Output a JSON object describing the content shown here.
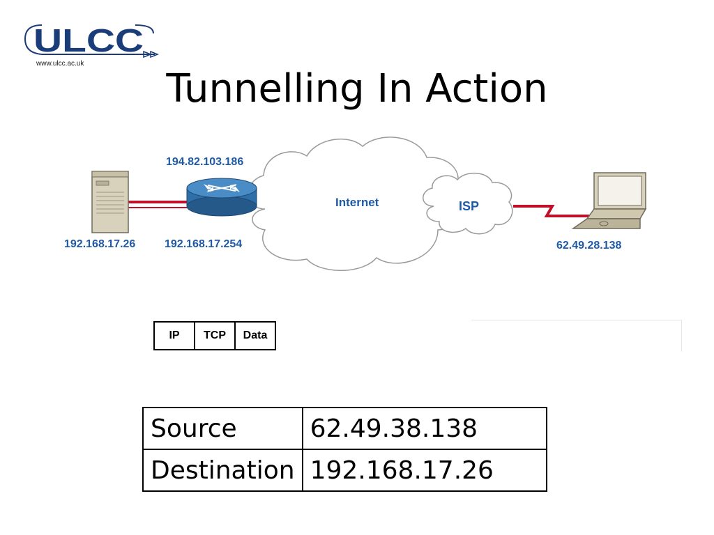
{
  "logo": {
    "text": "ULCC",
    "url": "www.ulcc.ac.uk"
  },
  "title": "Tunnelling In Action",
  "diagram": {
    "router_ip_top": "194.82.103.186",
    "router_ip_bottom": "192.168.17.254",
    "server_ip": "192.168.17.26",
    "laptop_ip": "62.49.28.138",
    "internet_label": "Internet",
    "isp_label": "ISP"
  },
  "packet": {
    "fields": [
      "IP",
      "TCP",
      "Data"
    ]
  },
  "address_table": {
    "rows": [
      {
        "key": "Source",
        "value": "62.49.38.138"
      },
      {
        "key": "Destination",
        "value": "192.168.17.26"
      }
    ]
  },
  "colors": {
    "label_blue": "#1f5aa6",
    "link_red": "#c0102a",
    "router_blue": "#2f6fa8",
    "logo_navy": "#1a3d7a"
  }
}
